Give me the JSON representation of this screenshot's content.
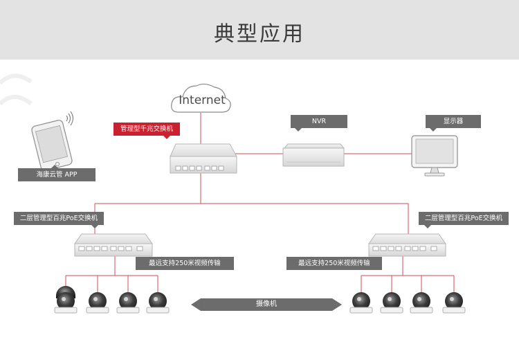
{
  "header": {
    "title": "典型应用"
  },
  "cloud": {
    "label": "Internet"
  },
  "labels": {
    "core_switch": "管理型千兆交换机",
    "nvr": "NVR",
    "monitor": "显示器",
    "app": "海康云管 APP",
    "left_poe_switch": "二层管理型百兆PoE交换机",
    "right_poe_switch": "二层管理型百兆PoE交换机",
    "left_distance": "最远支持250米视频传输",
    "right_distance": "最远支持250米视频传输",
    "cameras": "摄像机"
  },
  "colors": {
    "accent_red": "#c9212f",
    "label_gray": "#6c6c6c",
    "header_bg": "#e3e3e3",
    "link_line": "#d94a57"
  },
  "icons": [
    "cloud-icon",
    "smartphone-icon",
    "wifi-signal-icon",
    "switch-icon",
    "nvr-icon",
    "monitor-icon",
    "dome-camera-icon"
  ]
}
